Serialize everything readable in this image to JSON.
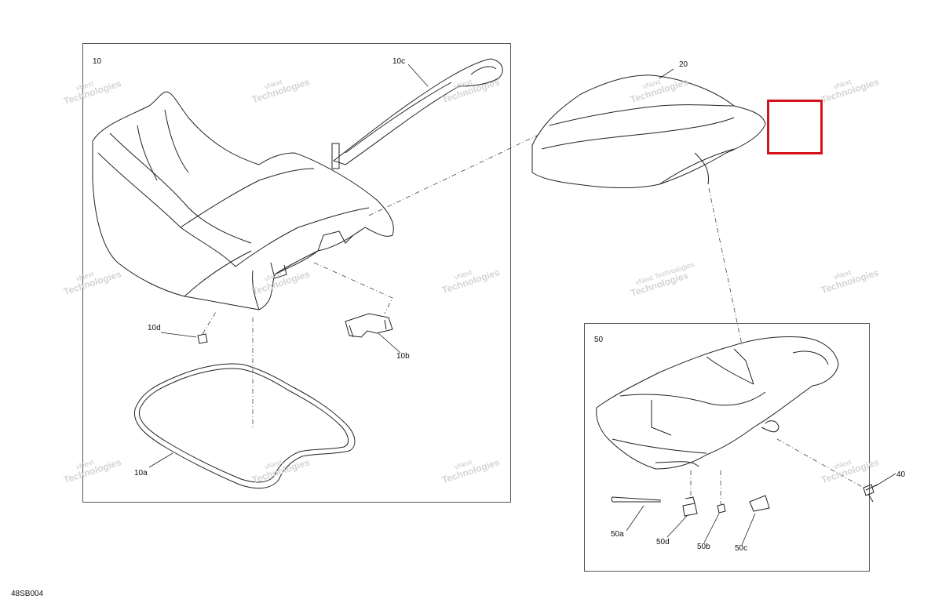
{
  "diagram": {
    "drawing_code": "48SB004",
    "callouts": {
      "c10": "10",
      "c10a": "10a",
      "c10b": "10b",
      "c10c": "10c",
      "c10d": "10d",
      "c20": "20",
      "c40": "40",
      "c50": "50",
      "c50a": "50a",
      "c50b": "50b",
      "c50c": "50c",
      "c50d": "50d"
    },
    "watermark": {
      "line1": "vNext",
      "line2": "Technologies",
      "line3": "vNext Technologies"
    },
    "highlight_color": "#d4121a"
  }
}
